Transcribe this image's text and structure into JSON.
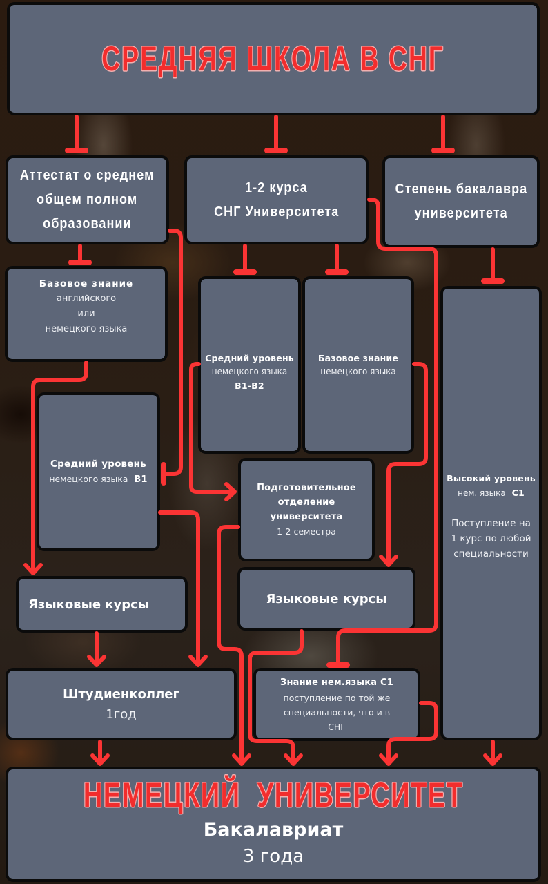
{
  "title": "СРЕДНЯЯ ШКОЛА В СНГ",
  "nodes": {
    "attestat": {
      "lines": [
        "Аттестат о среднем",
        "общем полном",
        "образовании"
      ]
    },
    "courses12": {
      "lines": [
        "1-2 курса",
        "СНГ Университета"
      ]
    },
    "bachelor_degree": {
      "lines": [
        "Степень бакалавра",
        "университета"
      ]
    },
    "basic_en_de": {
      "bold": "Базовое знание",
      "lines": [
        "английского",
        "или",
        "немецкого языка"
      ]
    },
    "mid_b1b2": {
      "bold": "Средний уровень",
      "text": "немецкого языка",
      "level": "B1-B2"
    },
    "basic_de": {
      "bold": "Базовое знание",
      "text": "немецкого языка"
    },
    "high_c1": {
      "bold": "Высокий уровень",
      "text": "нем. языка",
      "level": "C1",
      "note": [
        "Поступление на",
        "1 курс по любой",
        "специальности"
      ]
    },
    "mid_b1": {
      "bold": "Средний уровень",
      "text": "немецкого языка",
      "level": "B1"
    },
    "prep": {
      "bold": [
        "Подготовительное",
        "отделение",
        "университета"
      ],
      "text": "1-2 семестра"
    },
    "lang_courses_left": {
      "label": "Языковые курсы"
    },
    "lang_courses_right": {
      "label": "Языковые курсы"
    },
    "studienkolleg": {
      "bold": "Штудиенколлег",
      "text": "1год"
    },
    "c1_same": {
      "bold": "Знание нем.языка C1",
      "lines": [
        "поступление по той же",
        "специальности, что и в",
        "СНГ"
      ]
    }
  },
  "destination": {
    "title": "НЕМЕЦКИЙ  УНИВЕРСИТЕТ",
    "degree": "Бакалавриат",
    "duration": "3 года"
  },
  "colors": {
    "box": "#5d6678",
    "border": "#0b0b0b",
    "connector": "#fb3434",
    "title": "#f22d2d"
  }
}
